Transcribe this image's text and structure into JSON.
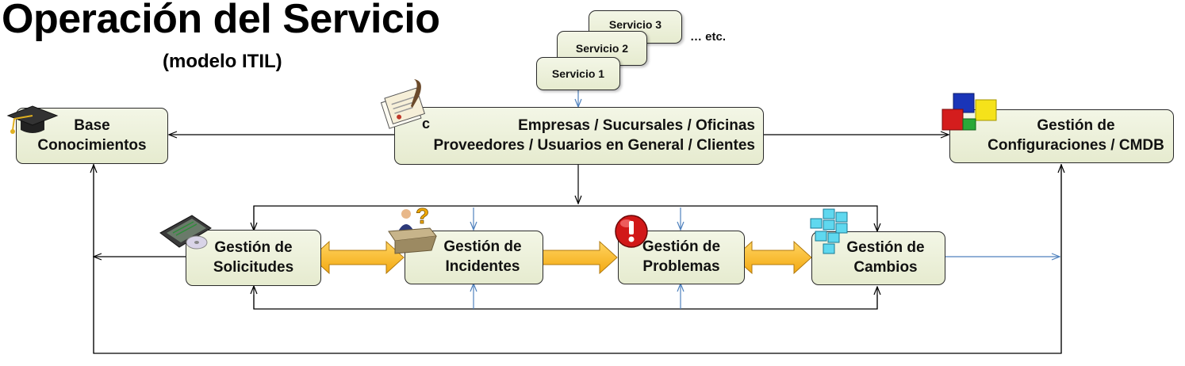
{
  "title": "Operación del Servicio",
  "subtitle": "(modelo ITIL)",
  "services": {
    "s3": "Servicio 3",
    "s2": "Servicio 2",
    "s1": "Servicio 1",
    "etc": "… etc."
  },
  "center": {
    "line1": "Empresas / Sucursales / Oficinas",
    "line2": "Proveedores / Usuarios en General / Clientes"
  },
  "knowledge_base": {
    "line1": "Base",
    "line2": "Conocimientos"
  },
  "config_mgmt": {
    "line1": "Gestión de",
    "line2": "Configuraciones / CMDB"
  },
  "processes": [
    {
      "line1": "Gestión de",
      "line2": "Solicitudes"
    },
    {
      "line1": "Gestión de",
      "line2": "Incidentes"
    },
    {
      "line1": "Gestión de",
      "line2": "Problemas"
    },
    {
      "line1": "Gestión de",
      "line2": "Cambios"
    }
  ],
  "colors": {
    "box_fill": "#e9eed4",
    "arrow_black": "#000000",
    "arrow_blue": "#4f81bd",
    "double_arrow": "#f9b725"
  },
  "icons": {
    "knowledge_base": "graduation-cap-icon",
    "center": "documents-quill-icon",
    "config_mgmt": "colored-cubes-icon",
    "requests": "tablet-cd-icon",
    "incidents": "person-desk-question-icon",
    "problems": "red-exclamation-icon",
    "changes": "cyan-puzzle-icon"
  }
}
